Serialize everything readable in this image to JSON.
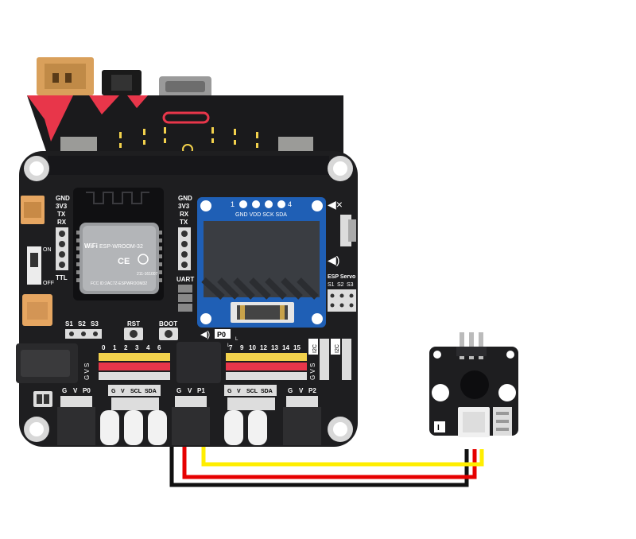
{
  "esp_module": {
    "model": "ESP-WROOM-32",
    "wifi": "WiFi",
    "ce": "CE",
    "fcc": "FCC ID:2AC7Z-ESPWROOM32",
    "code": "211-161007"
  },
  "left_header": {
    "labels": [
      "GND",
      "3V3",
      "TX",
      "RX"
    ],
    "footer": "TTL"
  },
  "right_header": {
    "labels": [
      "GND",
      "3V3",
      "RX",
      "TX"
    ],
    "footer": "UART"
  },
  "switch": {
    "on": "ON",
    "off": "OFF"
  },
  "esp_servo": {
    "title": "ESP Servo",
    "labels": [
      "S1",
      "S2",
      "S3"
    ]
  },
  "bottom_servo_labels": [
    "S1",
    "S2",
    "S3"
  ],
  "buttons": {
    "rst": "RST",
    "boot": "BOOT"
  },
  "oled": {
    "pin_numbers": [
      "1",
      "4"
    ],
    "pins": "GND VDD SCK SDA"
  },
  "speaker_label": "P0",
  "pin_numbers_left": [
    "0",
    "1",
    "2",
    "3",
    "4",
    "6"
  ],
  "pin_numbers_right": [
    "7",
    "9",
    "10",
    "12",
    "13",
    "14",
    "15"
  ],
  "gvs_label": "G V S",
  "small_l": "L",
  "i2c_side": [
    "I2C",
    "I2C"
  ],
  "i2c_labels": [
    "G",
    "V",
    "SCL",
    "SDA"
  ],
  "gvp_blocks": [
    {
      "g": "G",
      "v": "V",
      "p": "P0"
    },
    {
      "g": "G",
      "v": "V",
      "p": "P1"
    },
    {
      "g": "G",
      "v": "V",
      "p": "P2"
    }
  ],
  "sensor_marker": "I",
  "colors": {
    "board": "#1e1e20",
    "board_edge": "#2b2b2e",
    "accent_red": "#e8364a",
    "oled_blue": "#1f5fb5",
    "wire_black": "#111111",
    "wire_red": "#e60000",
    "wire_yellow": "#ffee00",
    "header_yellow": "#f2d14c",
    "header_red": "#e8364a"
  }
}
